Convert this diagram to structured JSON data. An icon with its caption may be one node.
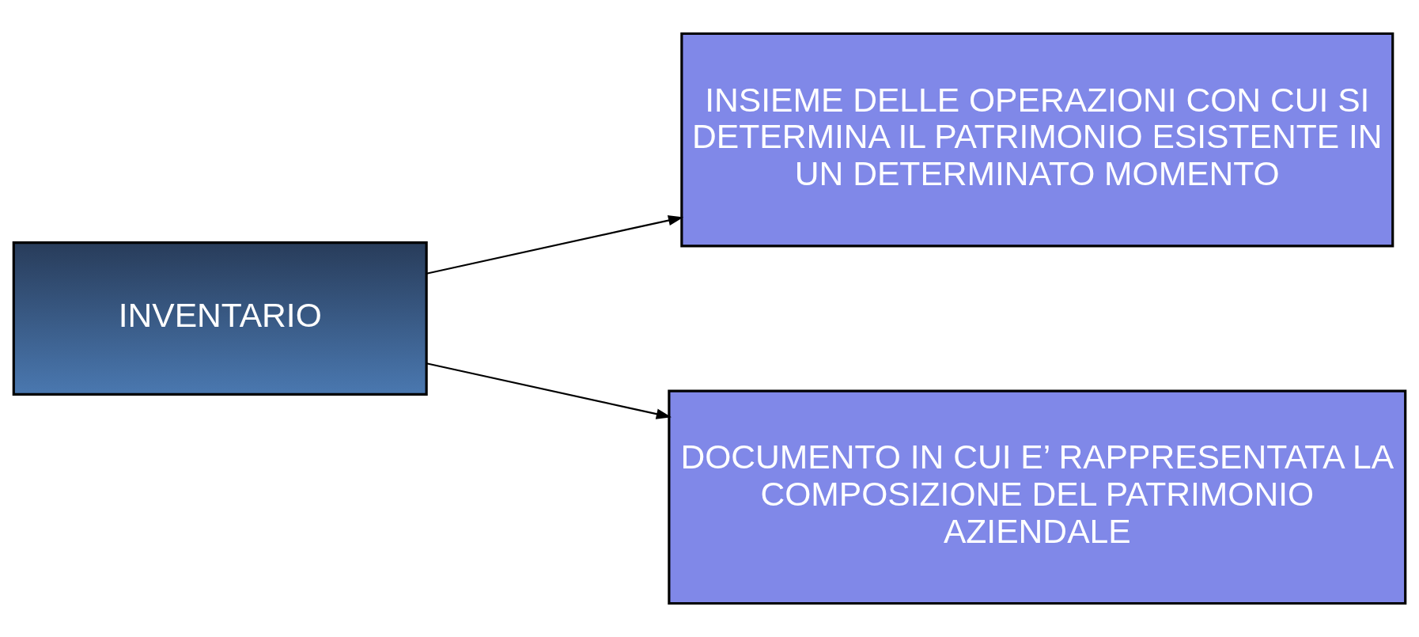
{
  "diagram": {
    "nodes": [
      {
        "text": [
          "INVENTARIO"
        ]
      },
      {
        "text": [
          "INSIEME DELLE OPERAZIONI CON CUI SI DETERMINA IL PATRIMONIO ESISTENTE IN UN DETERMINATO MOMENTO"
        ]
      },
      {
        "text": [
          "DOCUMENTO IN CUI E’ RAPPRESENTATA LA COMPOSIZIONE DEL PATRIMONIO AZIENDALE"
        ]
      }
    ],
    "edges": [
      {
        "from": 0,
        "to": 1,
        "arrow": "to"
      },
      {
        "from": 0,
        "to": 2,
        "arrow": "to"
      }
    ]
  }
}
